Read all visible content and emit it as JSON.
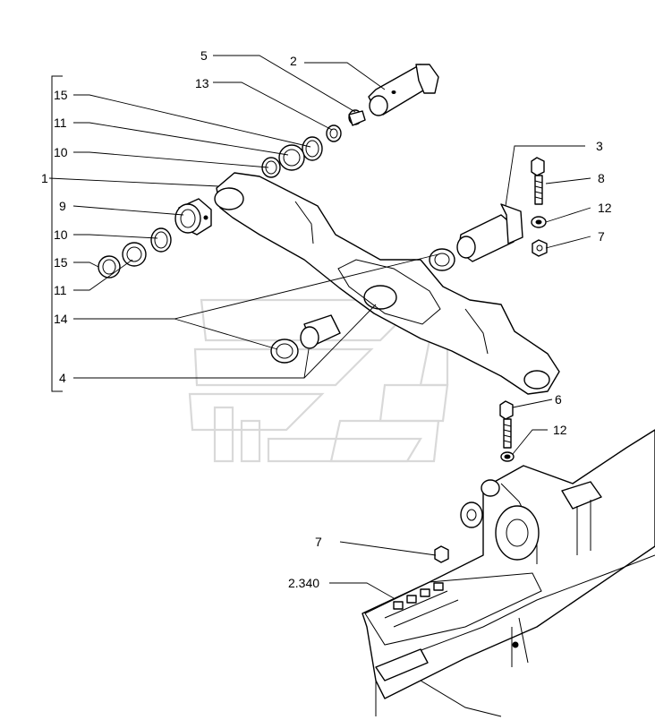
{
  "callouts": {
    "c5": "5",
    "c2": "2",
    "c13": "13",
    "c15a": "15",
    "c11a": "11",
    "c10a": "10",
    "c1": "1",
    "c9": "9",
    "c10b": "10",
    "c15b": "15",
    "c11b": "11",
    "c14": "14",
    "c4": "4",
    "c3": "3",
    "c8": "8",
    "c12a": "12",
    "c7a": "7",
    "c6": "6",
    "c12b": "12",
    "c7b": "7",
    "c2340": "2.340"
  }
}
